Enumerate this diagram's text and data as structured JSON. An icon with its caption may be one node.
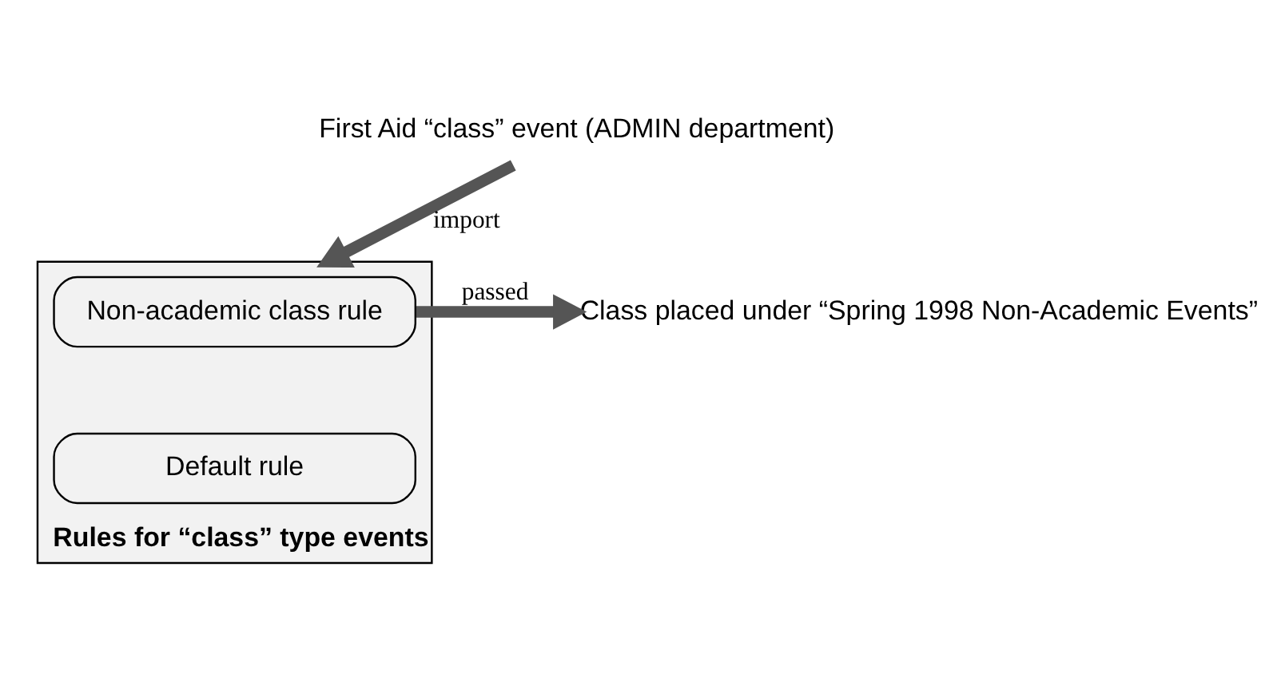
{
  "diagram": {
    "nodes": [
      {
        "text": [
          "First Aid “class” event (ADMIN department)"
        ]
      },
      {
        "text": [
          "Rules for “class” type events"
        ]
      },
      {
        "text": [
          "Non-academic class rule"
        ],
        "in": 1
      },
      {
        "text": [
          "Default rule"
        ],
        "in": 1
      },
      {
        "text": [
          "Class placed under “Spring 1998 Non-Academic Events”"
        ]
      }
    ],
    "edges": [
      {
        "from": 0,
        "to": 1,
        "arrow": "to",
        "label": "import"
      },
      {
        "from": 2,
        "to": 4,
        "arrow": "to",
        "label": "passed"
      }
    ]
  }
}
